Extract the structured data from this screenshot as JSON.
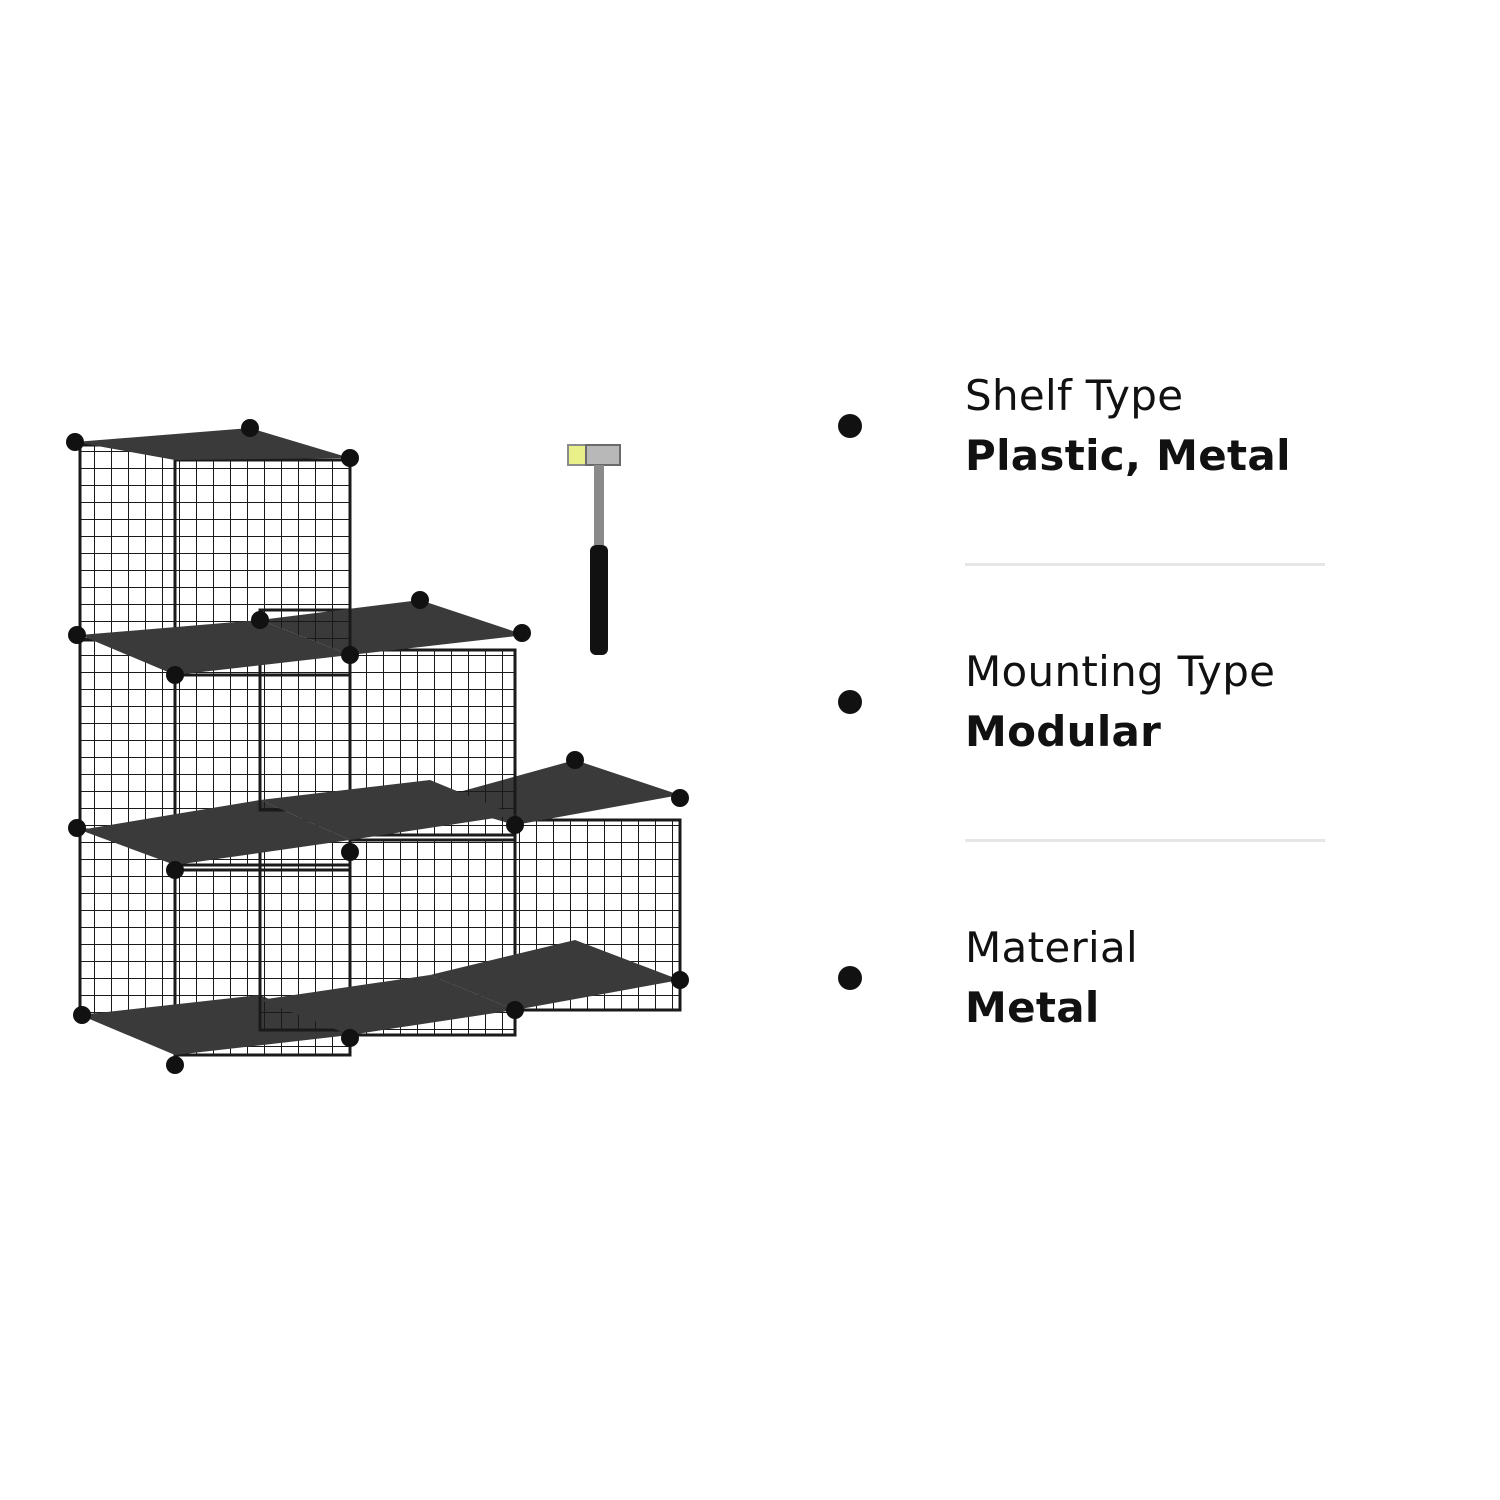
{
  "specs": [
    {
      "label": "Shelf Type",
      "value": "Plastic, Metal"
    },
    {
      "label": "Mounting Type",
      "value": "Modular"
    },
    {
      "label": "Material",
      "value": "Metal"
    }
  ],
  "product_image": {
    "subject": "wire-cube-storage-organizer",
    "cube_count": 6,
    "accessory": "rubber-mallet-icon"
  },
  "colors": {
    "background": "#ffffff",
    "text": "#111111",
    "bullet": "#111111",
    "divider": "#e6e6e6",
    "wire": "#1a1a1a",
    "panel": "#3a3a3a",
    "mallet_head": "#e9f08a"
  }
}
